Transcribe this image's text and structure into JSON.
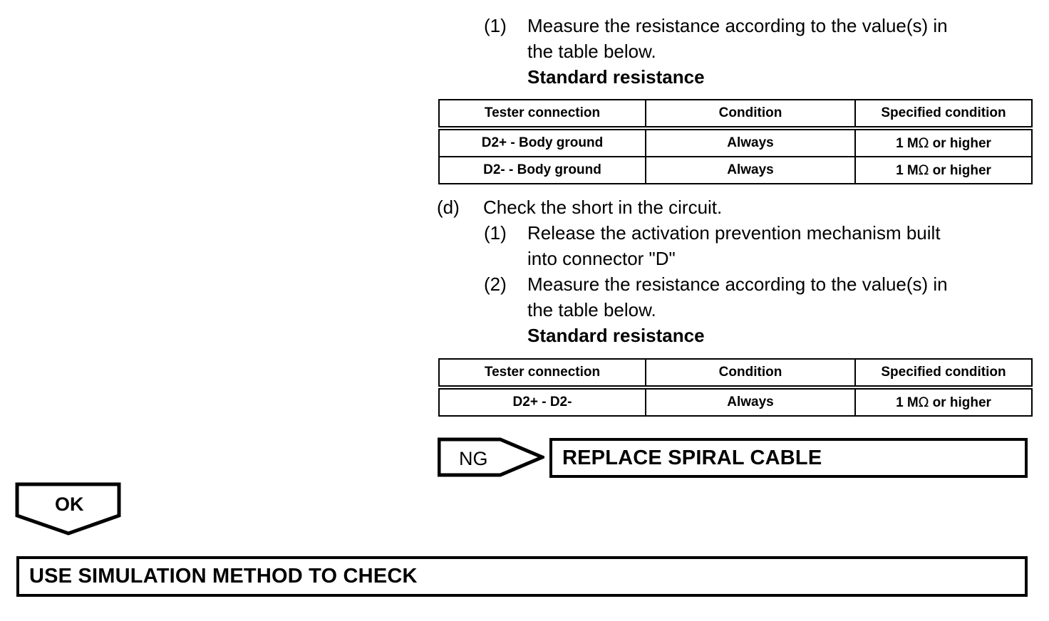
{
  "document": {
    "type": "service-manual-diagnostic-flowchart",
    "steps_section_1": {
      "items": [
        {
          "marker": "(1)",
          "lines": [
            "Measure the resistance according to the value(s) in",
            "the table below."
          ],
          "subheading": "Standard resistance"
        }
      ]
    },
    "table_1": {
      "headers": [
        "Tester connection",
        "Condition",
        "Specified condition"
      ],
      "rows": [
        [
          "D2+ - Body ground",
          "Always",
          "1 MΩ or higher"
        ],
        [
          "D2- - Body ground",
          "Always",
          "1 MΩ or higher"
        ]
      ]
    },
    "steps_section_2": {
      "marker": "(d)",
      "title": "Check the short in the circuit.",
      "items": [
        {
          "marker": "(1)",
          "lines": [
            "Release the activation prevention mechanism built",
            "into connector \"D\""
          ]
        },
        {
          "marker": "(2)",
          "lines": [
            "Measure the resistance according to the value(s) in",
            "the table below."
          ],
          "subheading": "Standard resistance"
        }
      ]
    },
    "table_2": {
      "headers": [
        "Tester connection",
        "Condition",
        "Specified condition"
      ],
      "rows": [
        [
          "D2+ - D2-",
          "Always",
          "1 MΩ or higher"
        ]
      ]
    },
    "flow": {
      "ng_label": "NG",
      "ng_result_box": "REPLACE SPIRAL CABLE",
      "ok_label": "OK",
      "ok_result_box": "USE SIMULATION METHOD TO CHECK"
    },
    "colors": {
      "ink": "#000000",
      "page": "#ffffff"
    }
  }
}
